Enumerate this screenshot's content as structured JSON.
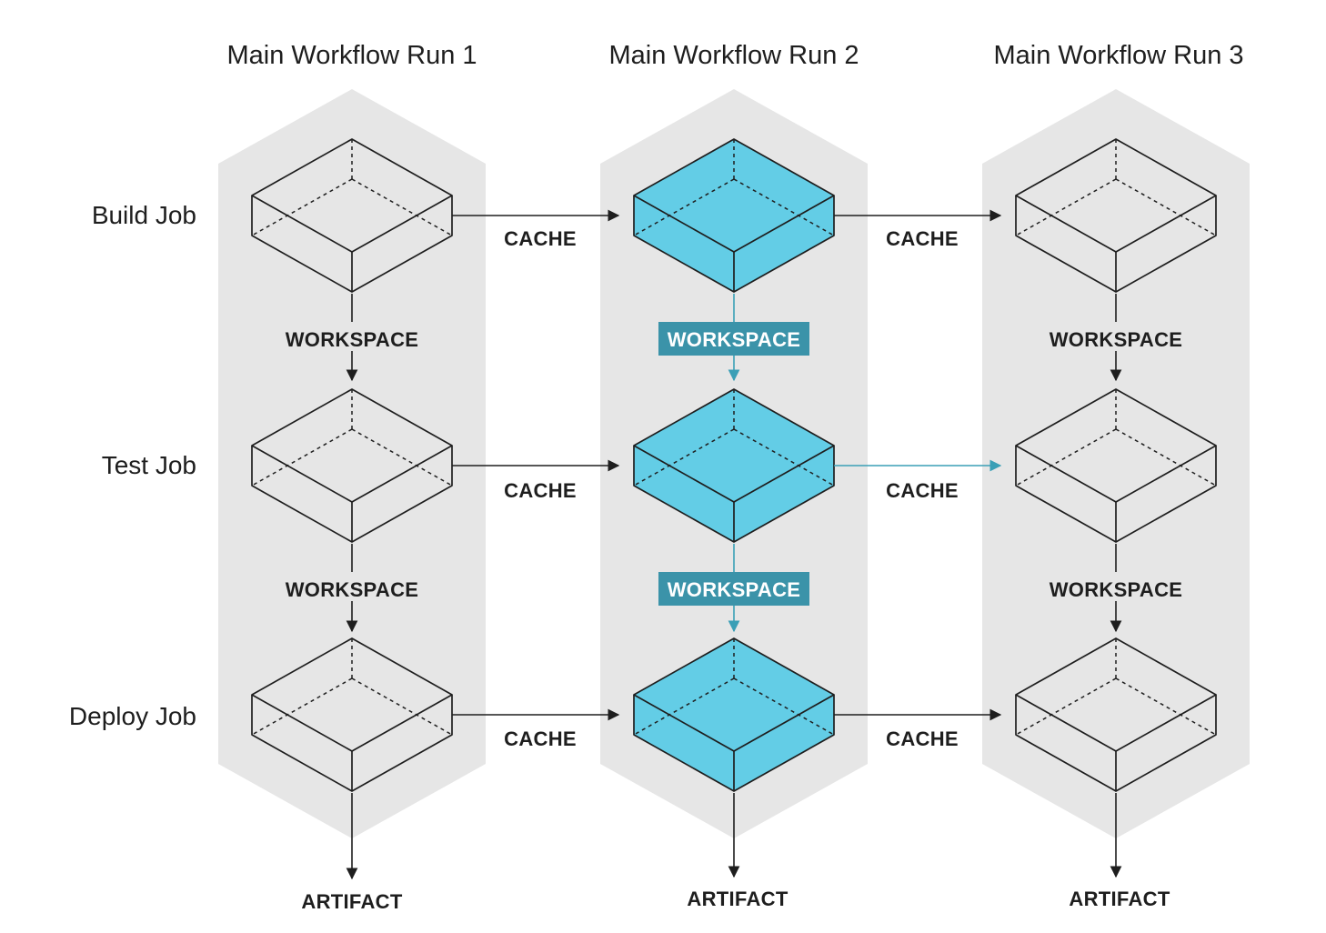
{
  "runs": [
    {
      "title": "Main Workflow Run 1",
      "highlighted": false
    },
    {
      "title": "Main Workflow Run 2",
      "highlighted": true
    },
    {
      "title": "Main Workflow Run 3",
      "highlighted": false
    }
  ],
  "jobs": [
    "Build Job",
    "Test Job",
    "Deploy Job"
  ],
  "labels": {
    "cache": "CACHE",
    "workspace": "WORKSPACE",
    "artifact": "ARTIFACT"
  },
  "colors": {
    "lane": "#e6e6e6",
    "highlight_fill": "#63cde6",
    "highlight_dark": "#3a9fb6",
    "highlight_badge": "#3b93a9",
    "line": "#1e1e1e"
  }
}
